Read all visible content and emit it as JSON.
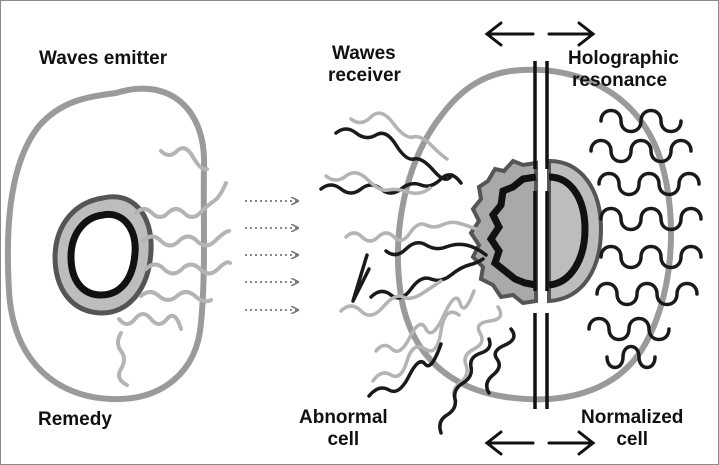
{
  "labels": {
    "waves_emitter": "Waves emitter",
    "wawes_receiver": [
      "Wawes",
      "receiver"
    ],
    "holographic_resonance": [
      "Holographic",
      "resonance"
    ],
    "remedy": "Remedy",
    "abnormal_cell": [
      "Abnormal",
      "cell"
    ],
    "normalized_cell": [
      "Normalized",
      "cell"
    ]
  },
  "colors": {
    "membrane_gray": "#9a9a9a",
    "light_wave": "#b4b4b4",
    "dark_wave": "#1a1a1a",
    "nucleus_outer": "#555555",
    "nucleus_mid": "#bdbdbd",
    "nucleus_inner": "#111111",
    "dotted_arrow": "#777777"
  }
}
